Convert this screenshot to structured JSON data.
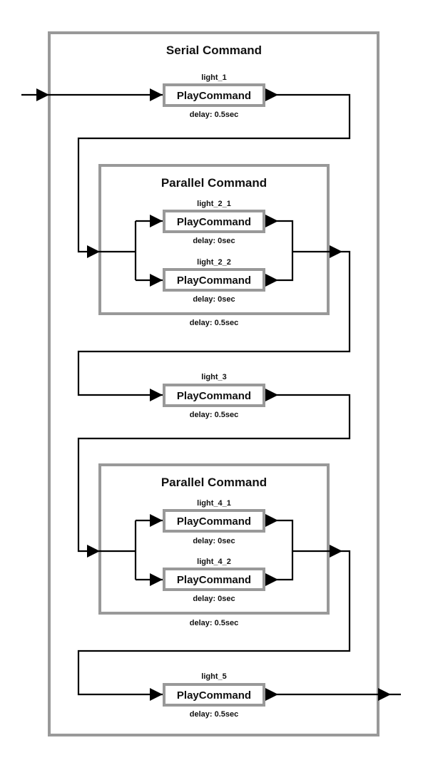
{
  "serial": {
    "title": "Serial Command",
    "commands": [
      {
        "name": "light_1",
        "label": "PlayCommand",
        "delay": "delay: 0.5sec"
      },
      {
        "name": "light_3",
        "label": "PlayCommand",
        "delay": "delay: 0.5sec"
      },
      {
        "name": "light_5",
        "label": "PlayCommand",
        "delay": "delay: 0.5sec"
      }
    ]
  },
  "parallel_1": {
    "title": "Parallel Command",
    "delay": "delay: 0.5sec",
    "commands": [
      {
        "name": "light_2_1",
        "label": "PlayCommand",
        "delay": "delay: 0sec"
      },
      {
        "name": "light_2_2",
        "label": "PlayCommand",
        "delay": "delay: 0sec"
      }
    ]
  },
  "parallel_2": {
    "title": "Parallel Command",
    "delay": "delay: 0.5sec",
    "commands": [
      {
        "name": "light_4_1",
        "label": "PlayCommand",
        "delay": "delay: 0sec"
      },
      {
        "name": "light_4_2",
        "label": "PlayCommand",
        "delay": "delay: 0sec"
      }
    ]
  },
  "colors": {
    "frame": "#999999",
    "wire": "#000000"
  }
}
